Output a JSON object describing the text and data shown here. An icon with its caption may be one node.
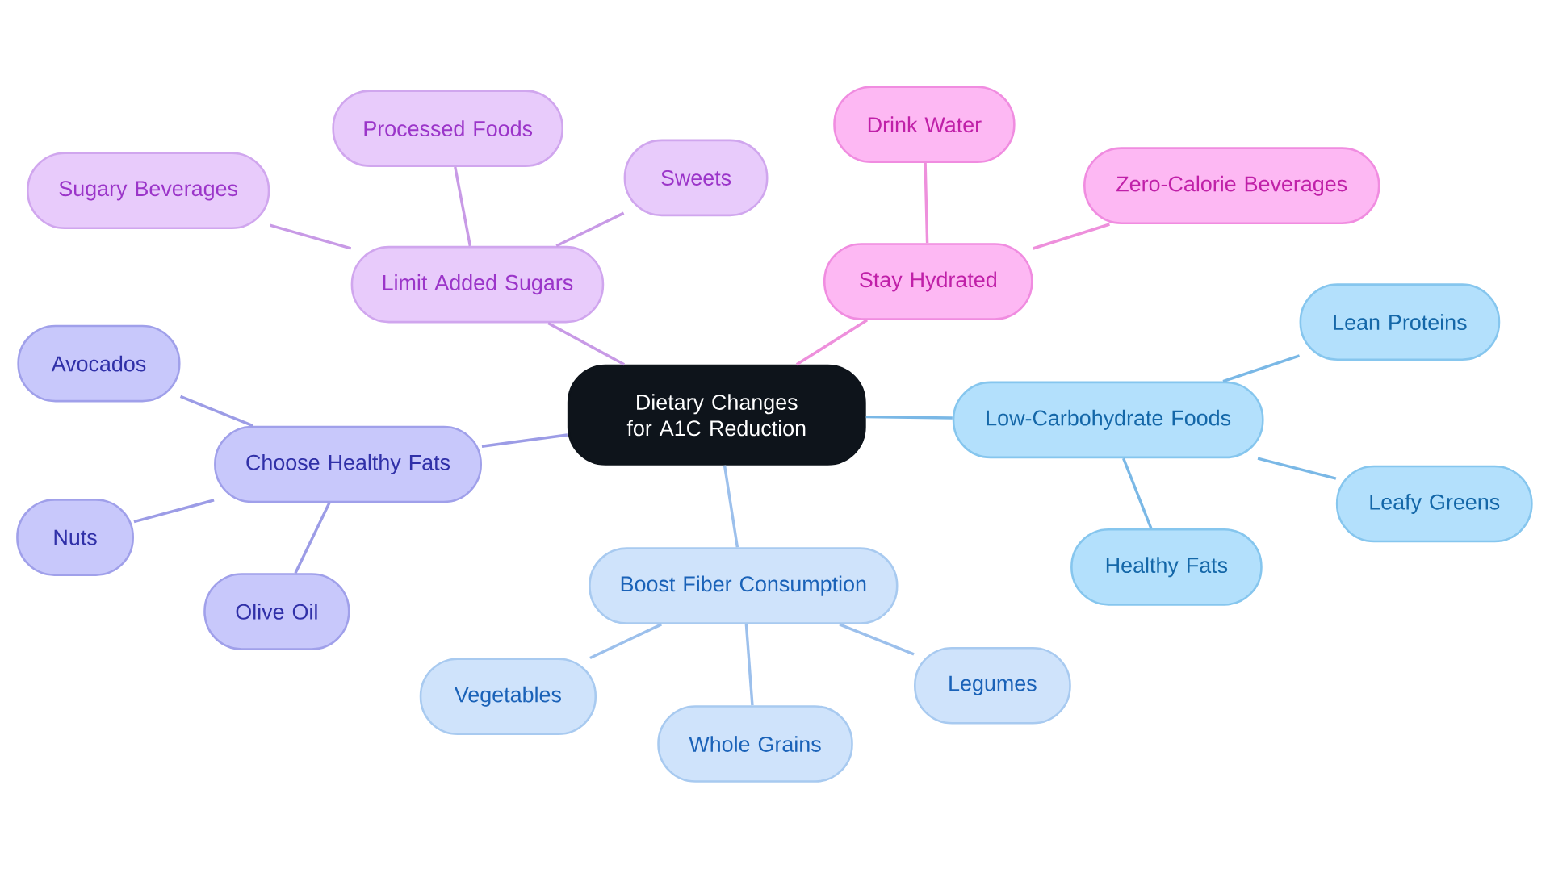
{
  "diagram": {
    "nodes": [
      {
        "text": [
          "Dietary Changes for A1C Reduction"
        ]
      },
      {
        "text": [
          "Limit Added Sugars"
        ]
      },
      {
        "text": [
          "Sugary Beverages"
        ]
      },
      {
        "text": [
          "Processed Foods"
        ]
      },
      {
        "text": [
          "Sweets"
        ]
      },
      {
        "text": [
          "Stay Hydrated"
        ]
      },
      {
        "text": [
          "Drink Water"
        ]
      },
      {
        "text": [
          "Zero-Calorie Beverages"
        ]
      },
      {
        "text": [
          "Low-Carbohydrate Foods"
        ]
      },
      {
        "text": [
          "Lean Proteins"
        ]
      },
      {
        "text": [
          "Leafy Greens"
        ]
      },
      {
        "text": [
          "Healthy Fats"
        ]
      },
      {
        "text": [
          "Boost Fiber Consumption"
        ]
      },
      {
        "text": [
          "Vegetables"
        ]
      },
      {
        "text": [
          "Whole Grains"
        ]
      },
      {
        "text": [
          "Legumes"
        ]
      },
      {
        "text": [
          "Choose Healthy Fats"
        ]
      },
      {
        "text": [
          "Avocados"
        ]
      },
      {
        "text": [
          "Nuts"
        ]
      },
      {
        "text": [
          "Olive Oil"
        ]
      }
    ],
    "edges": [
      {
        "from": 0,
        "to": 1,
        "arrow": "none",
        "color": "#c89ae6"
      },
      {
        "from": 1,
        "to": 2,
        "arrow": "none",
        "color": "#c89ae6"
      },
      {
        "from": 1,
        "to": 3,
        "arrow": "none",
        "color": "#c89ae6"
      },
      {
        "from": 1,
        "to": 4,
        "arrow": "none",
        "color": "#c89ae6"
      },
      {
        "from": 0,
        "to": 5,
        "arrow": "none",
        "color": "#ee90dc"
      },
      {
        "from": 5,
        "to": 6,
        "arrow": "none",
        "color": "#ee90dc"
      },
      {
        "from": 5,
        "to": 7,
        "arrow": "none",
        "color": "#ee90dc"
      },
      {
        "from": 0,
        "to": 8,
        "arrow": "none",
        "color": "#7ab8e6"
      },
      {
        "from": 8,
        "to": 9,
        "arrow": "none",
        "color": "#7ab8e6"
      },
      {
        "from": 8,
        "to": 10,
        "arrow": "none",
        "color": "#7ab8e6"
      },
      {
        "from": 8,
        "to": 11,
        "arrow": "none",
        "color": "#7ab8e6"
      },
      {
        "from": 0,
        "to": 12,
        "arrow": "none",
        "color": "#9cc0ec"
      },
      {
        "from": 12,
        "to": 13,
        "arrow": "none",
        "color": "#9cc0ec"
      },
      {
        "from": 12,
        "to": 14,
        "arrow": "none",
        "color": "#9cc0ec"
      },
      {
        "from": 12,
        "to": 15,
        "arrow": "none",
        "color": "#9cc0ec"
      },
      {
        "from": 0,
        "to": 16,
        "arrow": "none",
        "color": "#9c9ce6"
      },
      {
        "from": 16,
        "to": 17,
        "arrow": "none",
        "color": "#9c9ce6"
      },
      {
        "from": 16,
        "to": 18,
        "arrow": "none",
        "color": "#9c9ce6"
      },
      {
        "from": 16,
        "to": 19,
        "arrow": "none",
        "color": "#9c9ce6"
      }
    ]
  }
}
